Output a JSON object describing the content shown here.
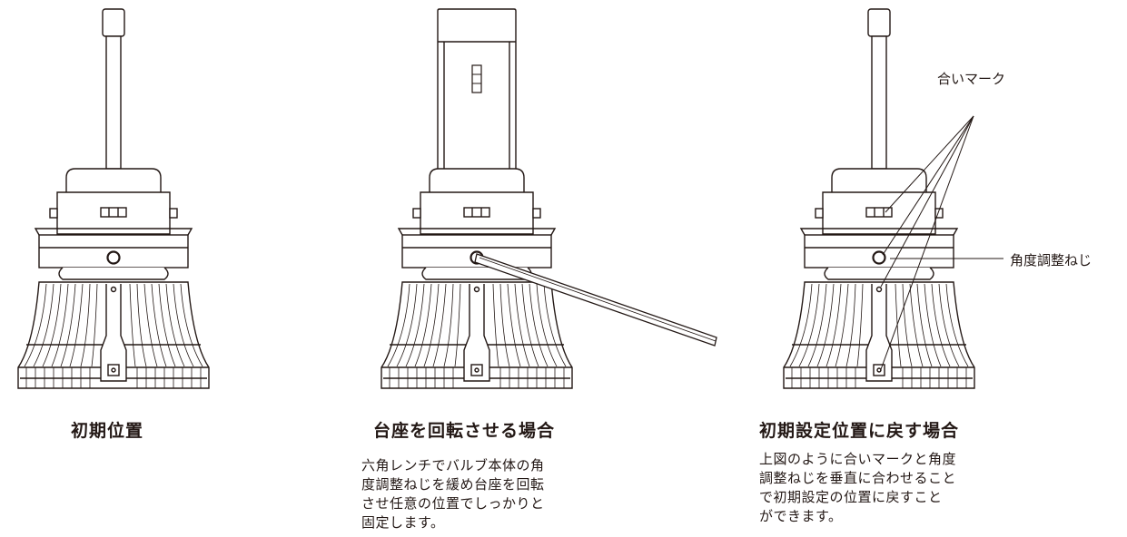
{
  "panels": [
    {
      "caption": "初期位置",
      "description": []
    },
    {
      "caption": "台座を回転させる場合",
      "description": [
        "六角レンチでバルブ本体の角",
        "度調整ねじを緩め台座を回転",
        "させ任意の位置でしっかりと",
        "固定します。"
      ]
    },
    {
      "caption": "初期設定位置に戻す場合",
      "description": [
        "上図のように合いマークと角度",
        "調整ねじを垂直に合わせること",
        "で初期設定の位置に戻すこと",
        "ができます。"
      ]
    }
  ],
  "callouts": {
    "alignment_mark": "合いマーク",
    "angle_screw": "角度調整ねじ"
  },
  "colors": {
    "line": "#231815",
    "background": "#ffffff"
  }
}
